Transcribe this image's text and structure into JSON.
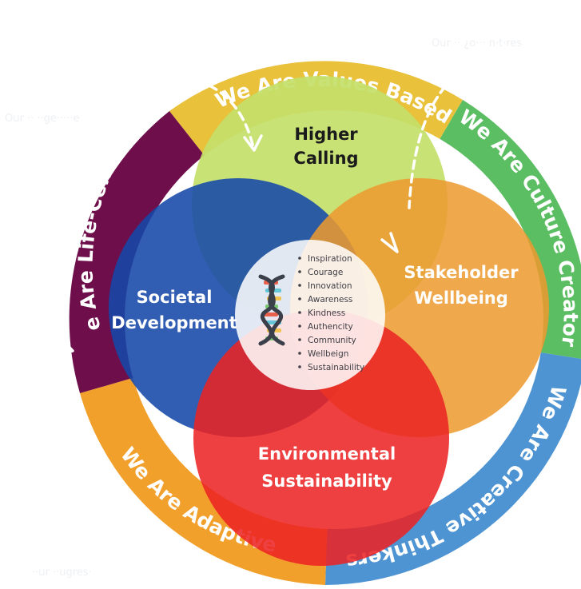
{
  "ring_segments": [
    {
      "label": "We Are Values Based",
      "color": "#E9C13A"
    },
    {
      "label": "We Are Culture Creators",
      "color": "#5BBE63"
    },
    {
      "label": "We Are Creative Thinkers",
      "color": "#4E94D3"
    },
    {
      "label": "We Are Adaptive",
      "color": "#F2A02C"
    },
    {
      "label": "We Are Life-Centred",
      "color": "#6E0F4C"
    }
  ],
  "circles": {
    "top": {
      "line1": "Higher",
      "line2": "Calling",
      "color": "#C3E06A"
    },
    "left": {
      "line1": "Societal",
      "line2": "Development",
      "color": "#1448A8"
    },
    "right": {
      "line1": "Stakeholder",
      "line2": "Wellbeing",
      "color": "#EE9A2E"
    },
    "bottom": {
      "line1": "Environmental",
      "line2": "Sustainability",
      "color": "#EC2424"
    }
  },
  "center": {
    "icon": "dna-icon",
    "values": [
      "Inspiration",
      "Courage",
      "Innovation",
      "Awareness",
      "Kindness",
      "Authencity",
      "Community",
      "Wellbeign",
      "Sustainability"
    ]
  },
  "faint_labels": {
    "top_right": "Our ·· ¿o··· n·t·res",
    "left": "Our ·· ··ge·····e",
    "bottom_left": "··ur ··ugres·"
  }
}
